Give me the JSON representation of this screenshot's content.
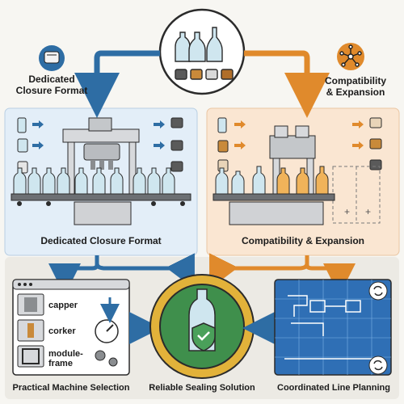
{
  "top_left_label": "Dedicated\nClosure Format",
  "top_right_label": "Compatibility\n& Expansion",
  "panel_left_title": "Dedicated Closure Format",
  "panel_right_title": "Compatibility & Expansion",
  "options": [
    "capper",
    "corker",
    "module-\nframe"
  ],
  "bottom_left_title": "Practical Machine Selection",
  "bottom_center_title": "Reliable Sealing Solution",
  "bottom_right_title": "Coordinated Line Planning",
  "colors": {
    "blue": "#2e6da4",
    "orange": "#e08a2c",
    "left_panel_bg": "#e3eef8",
    "right_panel_bg": "#fae6d2",
    "green": "#3f8f4c",
    "gold": "#e2b23a",
    "blueprint": "#2f6fb5"
  }
}
